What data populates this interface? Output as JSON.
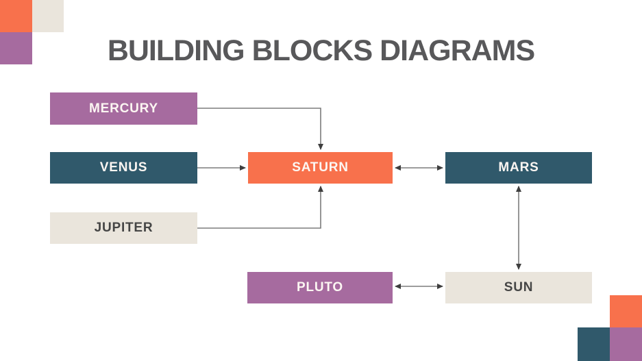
{
  "title": "BUILDING BLOCKS DIAGRAMS",
  "colors": {
    "orange": "#F8714C",
    "purple": "#A66B9F",
    "teal": "#30596B",
    "beige": "#EAE5DC",
    "title_text": "#58585A",
    "box_text_light": "#FCF6F2",
    "box_text_dark": "#454545",
    "connector_line": "#7B7B7B",
    "arrowhead": "#3E3E3E"
  },
  "nodes": {
    "mercury": {
      "label": "MERCURY",
      "color": "purple"
    },
    "venus": {
      "label": "VENUS",
      "color": "teal"
    },
    "jupiter": {
      "label": "JUPITER",
      "color": "beige"
    },
    "saturn": {
      "label": "SATURN",
      "color": "orange"
    },
    "mars": {
      "label": "MARS",
      "color": "teal"
    },
    "pluto": {
      "label": "PLUTO",
      "color": "purple"
    },
    "sun": {
      "label": "SUN",
      "color": "beige"
    }
  },
  "edges": [
    {
      "from": "mercury",
      "to": "saturn",
      "arrows": "to"
    },
    {
      "from": "venus",
      "to": "saturn",
      "arrows": "to"
    },
    {
      "from": "jupiter",
      "to": "saturn",
      "arrows": "to"
    },
    {
      "from": "saturn",
      "to": "mars",
      "arrows": "both"
    },
    {
      "from": "mars",
      "to": "sun",
      "arrows": "both"
    },
    {
      "from": "sun",
      "to": "pluto",
      "arrows": "both"
    }
  ],
  "decorations": {
    "top_left": [
      "orange",
      "beige",
      "purple"
    ],
    "bottom_right": [
      "orange",
      "teal",
      "purple"
    ]
  }
}
